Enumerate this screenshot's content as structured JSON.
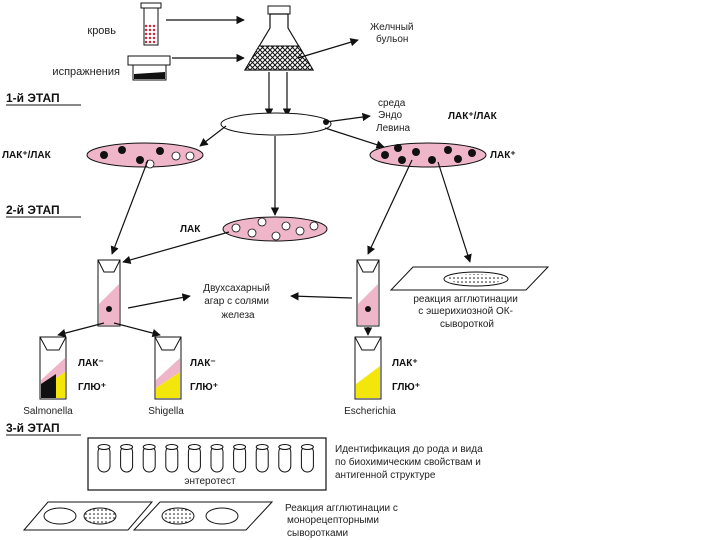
{
  "inputs": {
    "blood": "кровь",
    "feces": "испражнения"
  },
  "bile_broth": [
    "Желчный",
    "бульон"
  ],
  "stages": {
    "first": "1-й ЭТАП",
    "second": "2-й ЭТАП",
    "third": "3-й ЭТАП"
  },
  "endo_medium": [
    "среда",
    "Эндо",
    "Левина"
  ],
  "lac_labels": {
    "lac_plus_minus": "ЛАК⁺/ЛАК",
    "lac_plus_minus_left": "ЛАК⁺/ЛАК",
    "lac_plus": "ЛАК⁺",
    "lac": "ЛАК"
  },
  "kligler": [
    "Двухсахарный",
    "агар с солями",
    "железа"
  ],
  "agglutination_ok": [
    "реакция агглютинации",
    "с эшерихиозной ОК-",
    "сывороткой"
  ],
  "tubes": [
    {
      "lac": "ЛАК⁻",
      "glu": "ГЛЮ⁺",
      "name": "Salmonella"
    },
    {
      "lac": "ЛАК⁻",
      "glu": "ГЛЮ⁺",
      "name": "Shigella"
    },
    {
      "lac": "ЛАК⁺",
      "glu": "ГЛЮ⁺",
      "name": "Escherichia"
    }
  ],
  "enterotest": "энтеротест",
  "identification": [
    "Идентификация до рода и вида",
    "по биохимическим свойствам и",
    "антигенной структуре"
  ],
  "agglutination_mono": [
    "Реакция агглютинации с",
    "монорецепторными",
    "сыворотками"
  ],
  "colors": {
    "pink": "#eeb6c8",
    "yellow": "#f3e60a",
    "black": "#111111",
    "red": "#d8203a"
  }
}
